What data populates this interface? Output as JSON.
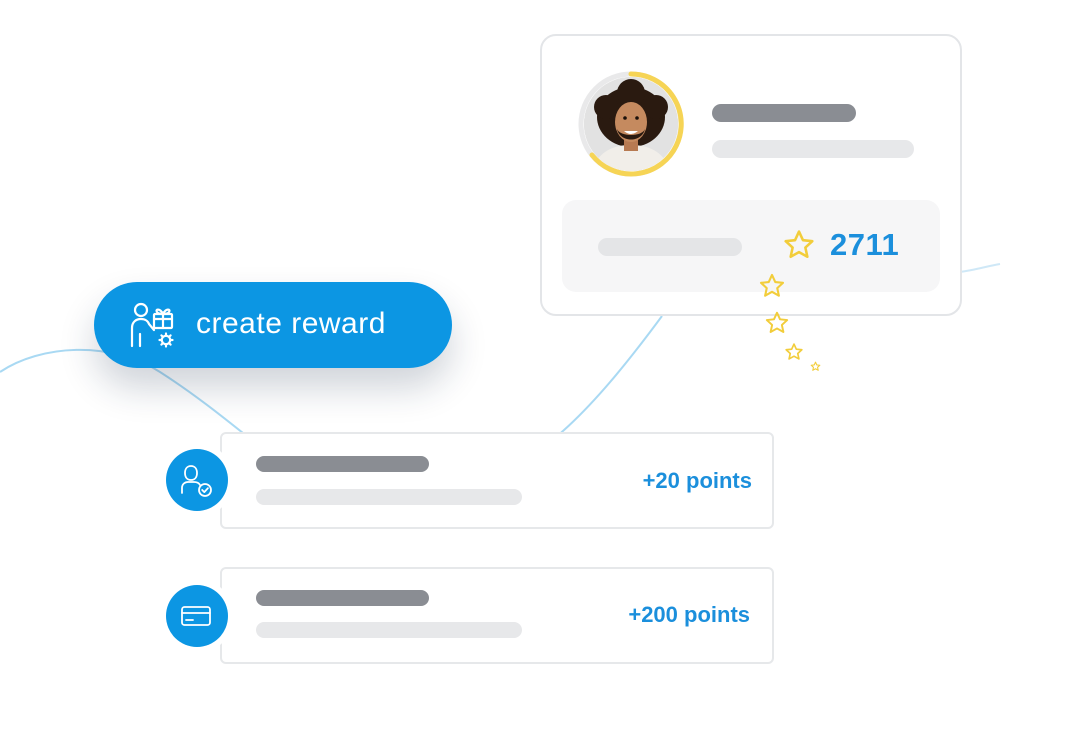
{
  "profile": {
    "avatar": "user-avatar-photo",
    "progress_ring_color": "#f6d455",
    "points_icon": "star-icon",
    "points_value": "2711",
    "star_color": "#f2cd3b"
  },
  "reward_button": {
    "label": "create reward",
    "icon": "gift-person-icon",
    "color": "#0c96e3"
  },
  "activities": [
    {
      "icon": "user-check-icon",
      "points": "+20 points"
    },
    {
      "icon": "credit-card-icon",
      "points": "+200 points"
    }
  ],
  "colors": {
    "accent": "#0c96e3",
    "points_text": "#1b8fdc",
    "placeholder_dark": "#8a8d93",
    "placeholder_light": "#e7e8ea",
    "curve": "#a9d9f3"
  }
}
